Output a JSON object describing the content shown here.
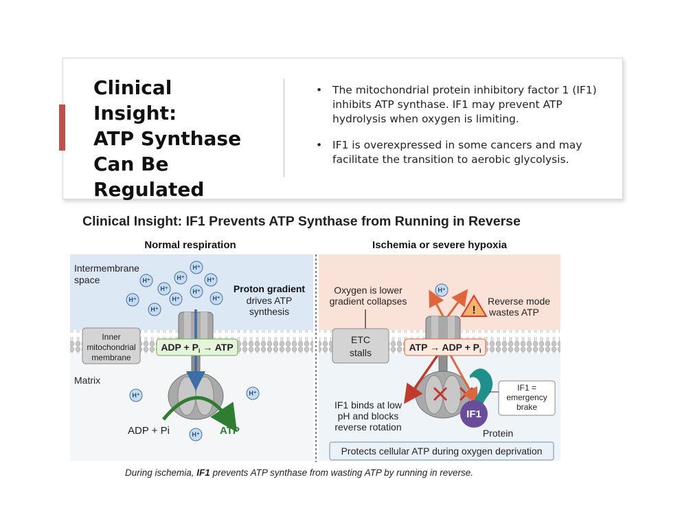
{
  "slide": {
    "title_lines": [
      "Clinical Insight:",
      "ATP Synthase",
      "Can Be",
      "Regulated"
    ],
    "bullets": [
      "The mitochondrial protein inhibitory factor 1 (IF1) inhibits ATP synthase. IF1 may prevent ATP hydrolysis when oxygen is limiting.",
      "IF1 is overexpressed in some cancers and may facilitate the transition to aerobic glycolysis."
    ],
    "accent_color": "#c0504d"
  },
  "figure": {
    "title": "Clinical Insight: IF1 Prevents ATP Synthase from Running in Reverse",
    "caption_prefix": "During ischemia, ",
    "caption_bold": "IF1",
    "caption_suffix": " prevents ATP synthase from wasting ATP by running in reverse.",
    "left": {
      "heading": "Normal respiration",
      "intermembrane_line1": "Intermembrane",
      "intermembrane_line2": "space",
      "gradient_bold": "Proton gradient",
      "gradient_line2": "drives ATP",
      "gradient_line3": "synthesis",
      "membrane_line1": "Inner",
      "membrane_line2": "mitochondrial",
      "membrane_line3": "membrane",
      "reaction_a": "ADP + P",
      "reaction_sub": "i",
      "reaction_b": " → ATP",
      "matrix": "Matrix",
      "adp_label": "ADP + Pi",
      "atp_label": "ATP",
      "proton_label": "H⁺"
    },
    "right": {
      "heading": "Ischemia or severe hypoxia",
      "oxygen_line1": "Oxygen is lower",
      "oxygen_line2": "gradient collapses",
      "warning_line1": "Reverse mode",
      "warning_line2": "wastes ATP",
      "etc_line1": "ETC",
      "etc_line2": "stalls",
      "reaction_a": "ATP → ADP + P",
      "reaction_sub": "i",
      "binds_line1": "IF1 binds at low",
      "binds_line2": "pH and blocks",
      "binds_line3": "reverse rotation",
      "brake_line1": "IF1 =",
      "brake_line2": "emergency",
      "brake_line3": "brake",
      "if1_label": "IF1",
      "protein_label": "Protein",
      "protects": "Protects cellular ATP during oxygen deprivation"
    },
    "colors": {
      "left_top_bg": "#dce8f4",
      "right_top_bg": "#fbe2d8",
      "membrane": "#bcbcbc",
      "proton_fill": "#c9dcef",
      "proton_stroke": "#3f6f9f",
      "green_arrow": "#2e7d32",
      "blue_arrow": "#3b6ea5",
      "orange_arrow": "#e0663a",
      "if1_purple": "#6a4c9c",
      "if1_teal": "#1f8f8a",
      "warning_red": "#d63a2a"
    }
  }
}
